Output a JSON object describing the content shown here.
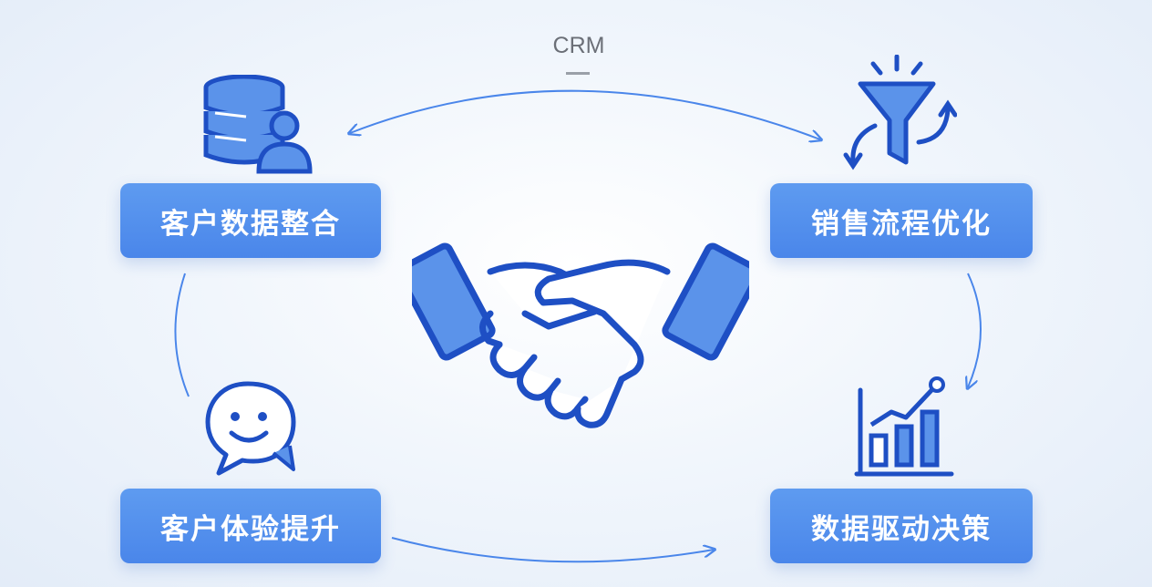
{
  "diagram": {
    "center_label": "CRM",
    "nodes": [
      {
        "id": "top-left",
        "label": "客户数据整合",
        "icon": "database-user-icon"
      },
      {
        "id": "top-right",
        "label": "销售流程优化",
        "icon": "funnel-icon"
      },
      {
        "id": "bottom-right",
        "label": "数据驱动决策",
        "icon": "bar-chart-icon"
      },
      {
        "id": "bottom-left",
        "label": "客户体验提升",
        "icon": "chat-smile-icon"
      }
    ],
    "center_icon": "handshake-icon",
    "colors": {
      "accent": "#4a86ea",
      "icon_stroke": "#1e4fc4",
      "icon_fill": "#5b93ea",
      "arrow": "#4a86ea"
    }
  }
}
